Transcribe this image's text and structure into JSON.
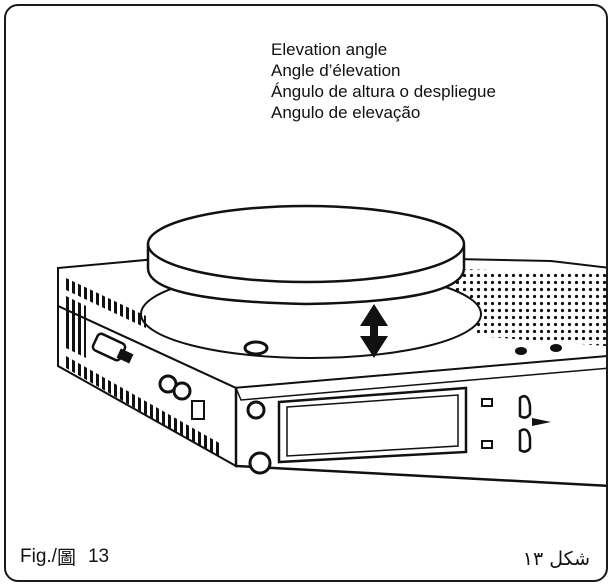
{
  "caption": {
    "lines": [
      "Elevation angle",
      "Angle d’élevation",
      "Ángulo de altura o despliegue",
      "Angulo de elevação"
    ]
  },
  "figure": {
    "label_prefix": "Fig./",
    "label_cjk": "圖",
    "number": "13",
    "arabic_label": "شكل ١٣"
  },
  "icons": {
    "arrow": "double-vertical-arrow-icon",
    "device": "radio-device-illustration"
  }
}
